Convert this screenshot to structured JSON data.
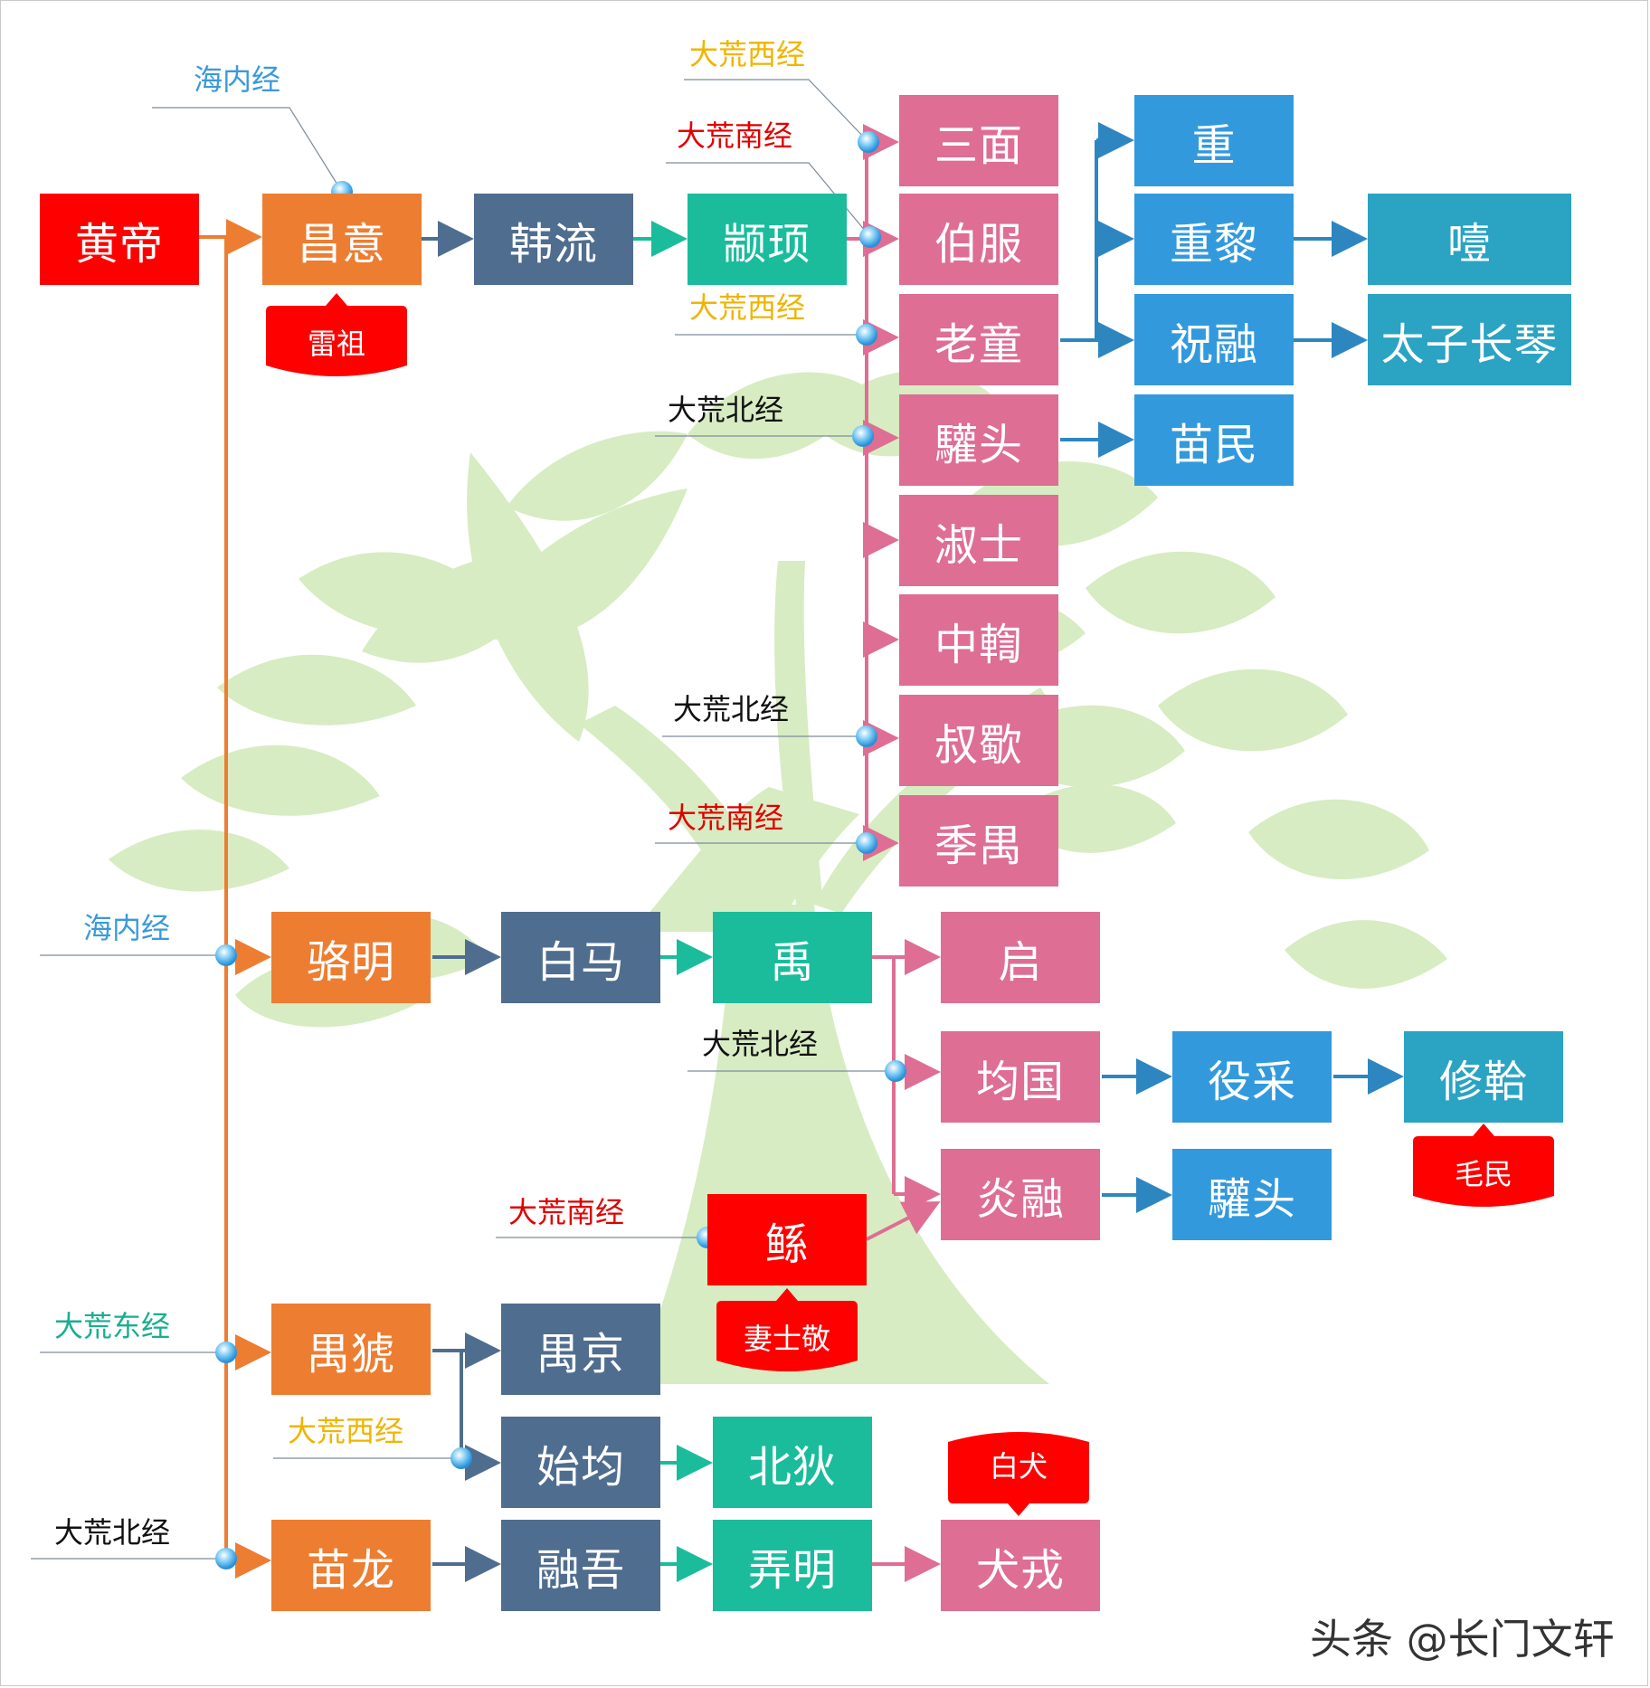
{
  "colors": {
    "red": "#ff0000",
    "orange": "#ed7d31",
    "slate": "#4f6d8f",
    "teal": "#1abc9c",
    "pink": "#de6e93",
    "blue": "#3399dd",
    "cyan": "#2ba3c3",
    "leaf": "#d7ecc2"
  },
  "nodes": {
    "huangdi": "黄帝",
    "changyi": "昌意",
    "hanliu": "韩流",
    "zhuanxu": "颛顼",
    "sanmian": "三面",
    "bofu": "伯服",
    "laotong": "老童",
    "huantou1": "驩头",
    "shushi": "淑士",
    "zhongbian": "中輷",
    "shuxin": "叔歜",
    "jiyu": "季禺",
    "zhong": "重",
    "zhongli": "重黎",
    "zhurong": "祝融",
    "miaomin": "苗民",
    "yi": "噎",
    "taizichangqin": "太子长琴",
    "luoming": "骆明",
    "baima": "白马",
    "yu": "禹",
    "qi": "启",
    "junguo": "均国",
    "yancai": "役采",
    "xiulun": "修鞈",
    "yanrong": "炎融",
    "huantou2": "驩头",
    "gun": "鲧",
    "yuhao": "禺猇",
    "yujing": "禺京",
    "shijun": "始均",
    "beidi": "北狄",
    "miaolong": "苗龙",
    "rongwu": "融吾",
    "nongming": "弄明",
    "quanrong": "犬戎"
  },
  "sources": {
    "s1": "海内经",
    "s2": "大荒西经",
    "s3": "大荒南经",
    "s4": "大荒西经",
    "s5": "大荒北经",
    "s6": "大荒北经",
    "s7": "大荒南经",
    "s8": "海内经",
    "s9": "大荒北经",
    "s10": "大荒南经",
    "s11": "大荒东经",
    "s12": "大荒西经",
    "s13": "大荒北经"
  },
  "badges": {
    "leizu": "雷祖",
    "qishijing": "妻士敬",
    "maomin": "毛民",
    "baiquan": "白犬"
  },
  "watermark": "头条 @长门文轩"
}
